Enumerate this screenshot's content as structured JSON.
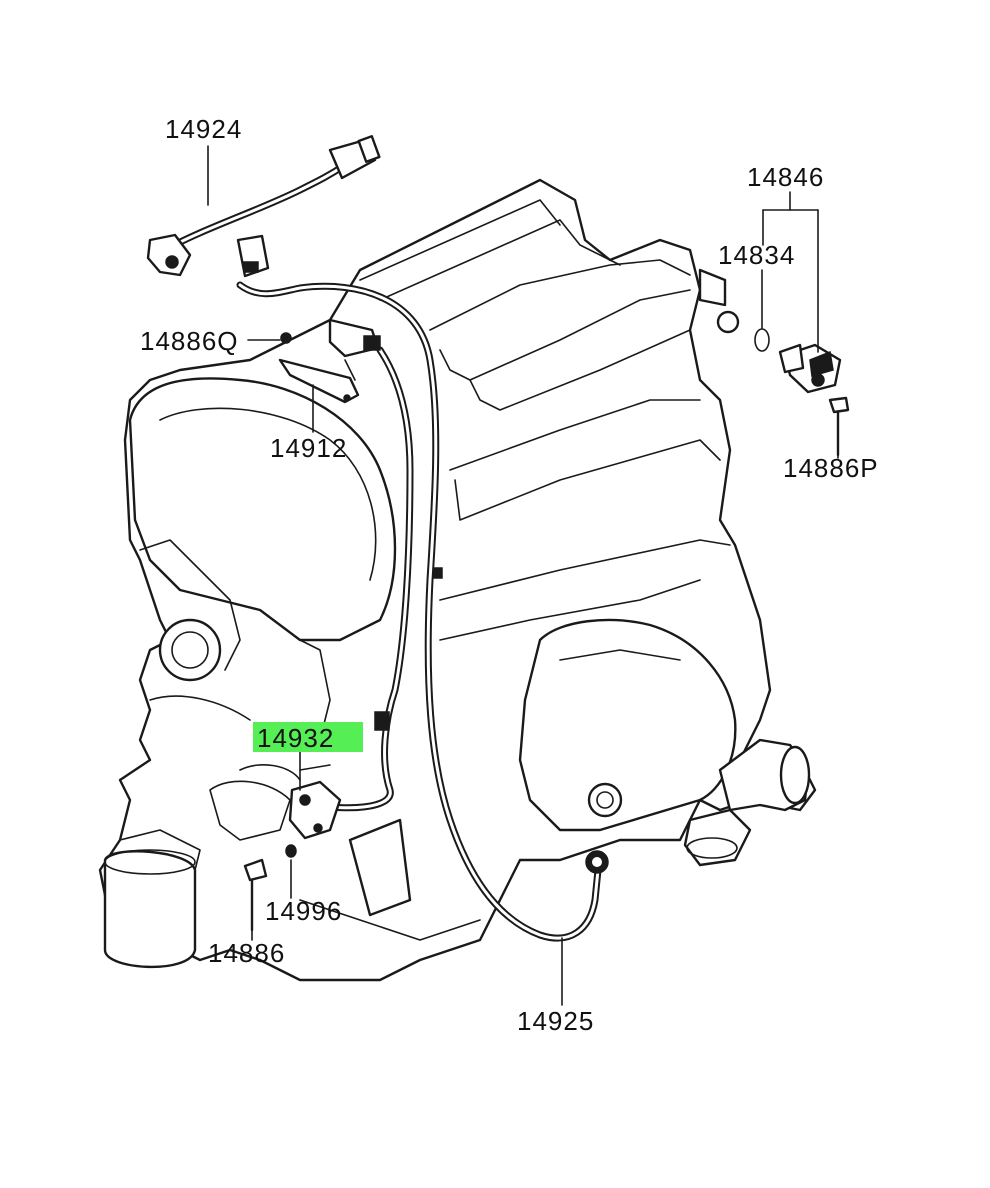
{
  "diagram": {
    "highlight_color": "#55ee55",
    "line_color": "#1a1a1a",
    "labels": {
      "p14924": "14924",
      "p14846": "14846",
      "p14834": "14834",
      "p14886Q": "14886Q",
      "p14912": "14912",
      "p14886P": "14886P",
      "p14932": "14932",
      "p14996": "14996",
      "p14886": "14886",
      "p14925": "14925"
    }
  }
}
